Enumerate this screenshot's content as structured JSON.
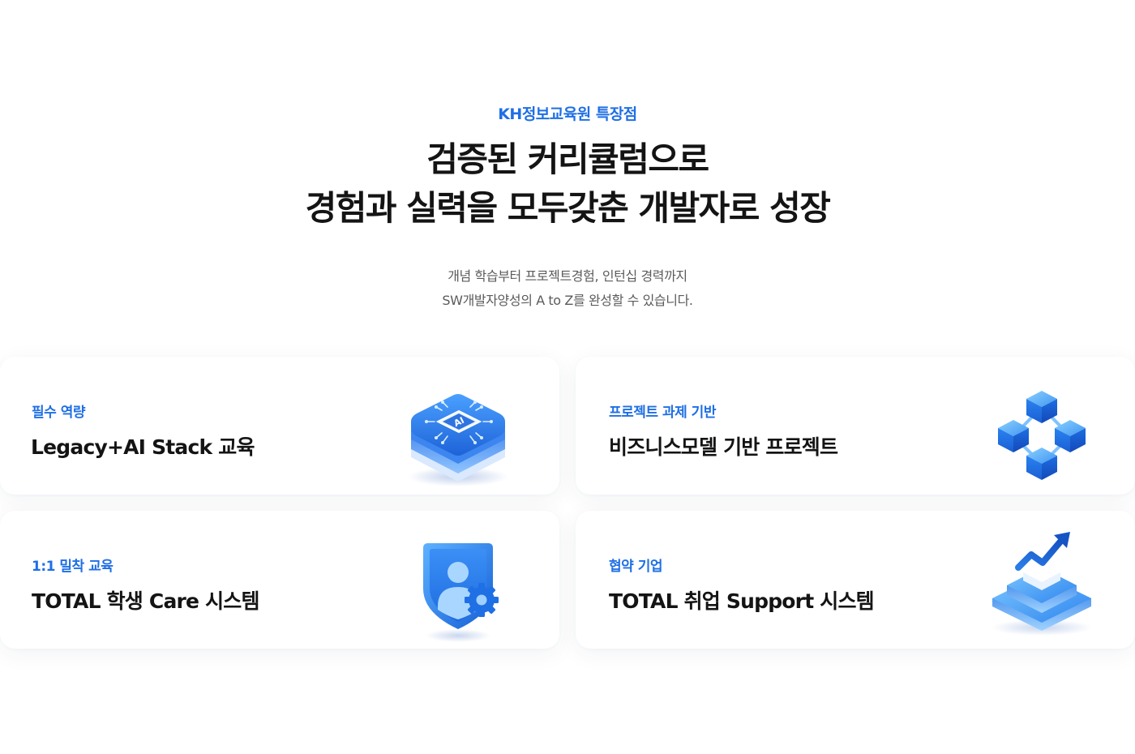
{
  "hero": {
    "eyebrow": "KH정보교육원 특장점",
    "headline_line1": "검증된 커리큘럼으로",
    "headline_line2": "경험과 실력을 모두갖춘 개발자로 성장",
    "sub_line1": "개념 학습부터 프로젝트경험, 인턴십 경력까지",
    "sub_line2": "SW개발자양성의 A to Z를 완성할 수 있습니다."
  },
  "cards": [
    {
      "tag": "필수 역량",
      "title": "Legacy+AI Stack 교육",
      "icon": "ai-chip-icon",
      "chip_text": "AI"
    },
    {
      "tag": "프로젝트 과제 기반",
      "title": "비즈니스모델 기반 프로젝트",
      "icon": "connected-cubes-icon"
    },
    {
      "tag": "1:1 밀착 교육",
      "title": "TOTAL 학생 Care 시스템",
      "icon": "user-shield-gear-icon"
    },
    {
      "tag": "협약 기업",
      "title": "TOTAL 취업 Support 시스템",
      "icon": "growth-chart-platform-icon"
    }
  ],
  "colors": {
    "accent": "#1f6fe5",
    "headline": "#141414",
    "subtext": "#5b5b5b",
    "icon_blue": "#2a7de8",
    "icon_light": "#7cc0ff"
  }
}
